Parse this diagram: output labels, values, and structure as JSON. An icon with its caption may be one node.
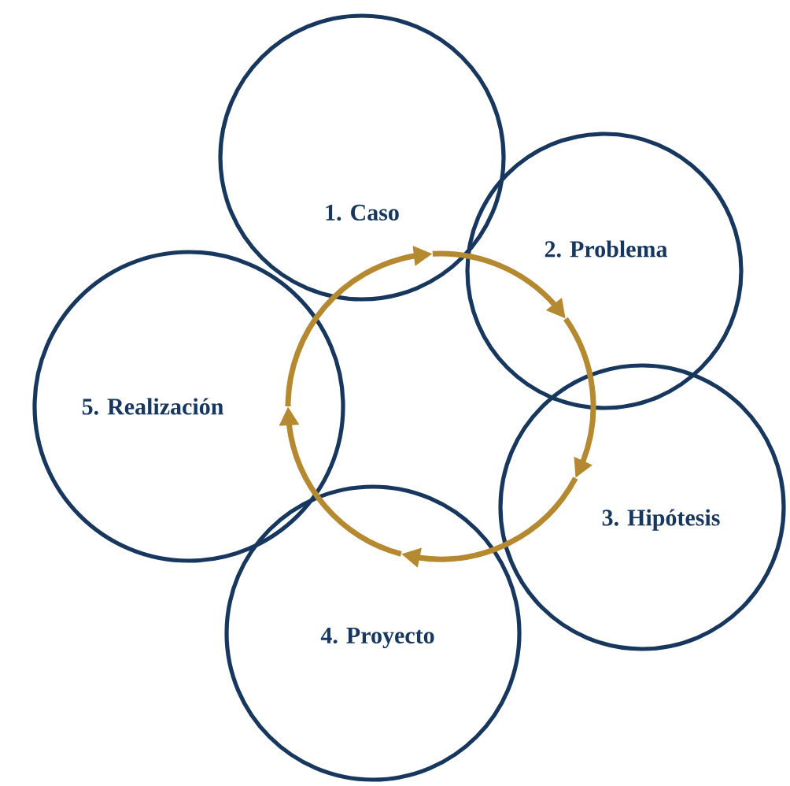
{
  "diagram": {
    "nodes": [
      {
        "text": [
          "1. Caso"
        ]
      },
      {
        "text": [
          "2. Problema"
        ]
      },
      {
        "text": [
          "3. Hipótesis"
        ]
      },
      {
        "text": [
          "4. Proyecto"
        ]
      },
      {
        "text": [
          "5. Realización"
        ]
      }
    ],
    "edges": [
      {
        "from": 0,
        "to": 1,
        "arrow": "to"
      },
      {
        "from": 1,
        "to": 2,
        "arrow": "to"
      },
      {
        "from": 2,
        "to": 3,
        "arrow": "to"
      },
      {
        "from": 3,
        "to": 4,
        "arrow": "to"
      },
      {
        "from": 4,
        "to": 0,
        "arrow": "to"
      }
    ]
  }
}
